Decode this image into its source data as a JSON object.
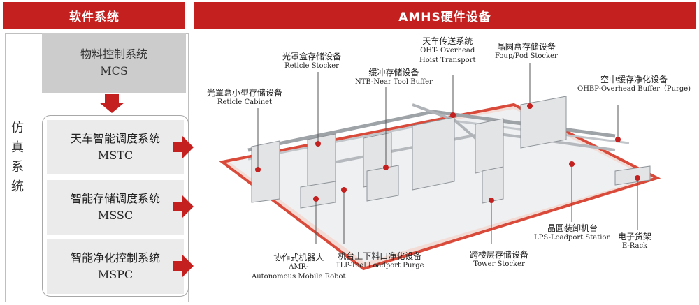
{
  "headers": {
    "software": "软件系统",
    "hardware": "AMHS硬件设备"
  },
  "software": {
    "sim_label": [
      "仿",
      "真",
      "系",
      "统"
    ],
    "mcs": {
      "cn": "物料控制系统",
      "en": "MCS"
    },
    "systems": [
      {
        "cn": "天车智能调度系统",
        "en": "MSTC"
      },
      {
        "cn": "智能存储调度系统",
        "en": "MSSC"
      },
      {
        "cn": "智能净化控制系统",
        "en": "MSPC"
      }
    ]
  },
  "equipment": [
    {
      "cn": "光罩盒小型存储设备",
      "en": "Reticle Cabinet"
    },
    {
      "cn": "光罩盒存储设备",
      "en": "Reticle Stocker"
    },
    {
      "cn": "缓冲存储设备",
      "en": "NTB-Near Tool Buffer"
    },
    {
      "cn": "天车传送系统",
      "en1": "OHT- Overhead",
      "en2": "Hoist Transport"
    },
    {
      "cn": "晶圆盒存储设备",
      "en": "Foup/Pod Stocker"
    },
    {
      "cn": "空中缓存净化设备",
      "en": "OHBP-Overhead Buffer（Purge)"
    },
    {
      "cn": "协作式机器人",
      "en1": "AMR-",
      "en2": "Autonomous Mobile Robot"
    },
    {
      "cn": "机台上下料口净化设备",
      "en": "TLP-Tool Loadport Purge"
    },
    {
      "cn": "跨楼层存储设备",
      "en": "Tower Stocker"
    },
    {
      "cn": "晶圆装卸机台",
      "en": "LPS-Loadport Station"
    },
    {
      "cn": "电子货架",
      "en": "E-Rack"
    }
  ],
  "colors": {
    "accent": "#c4201f",
    "box_gray": "#cccccc",
    "box_light": "#ebebeb"
  }
}
